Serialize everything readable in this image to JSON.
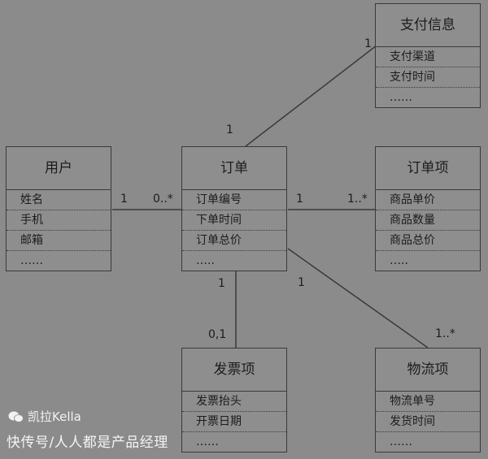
{
  "classes": {
    "payment": {
      "name": "支付信息",
      "attrs": [
        "支付渠道",
        "支付时间",
        "……"
      ]
    },
    "user": {
      "name": "用户",
      "attrs": [
        "姓名",
        "手机",
        "邮箱",
        "……"
      ]
    },
    "order": {
      "name": "订单",
      "attrs": [
        "订单编号",
        "下单时间",
        "订单总价",
        "….."
      ]
    },
    "order_item": {
      "name": "订单项",
      "attrs": [
        "商品单价",
        "商品数量",
        "商品总价",
        "….."
      ]
    },
    "invoice": {
      "name": "发票项",
      "attrs": [
        "发票抬头",
        "开票日期",
        "……"
      ]
    },
    "logistics": {
      "name": "物流项",
      "attrs": [
        "物流单号",
        "发货时间",
        "……"
      ]
    }
  },
  "multiplicities": {
    "payment_end": "1",
    "order_payment_end": "1",
    "user_order_user": "1",
    "user_order_order": "0..*",
    "order_item_order": "1",
    "order_item_item": "1..*",
    "order_invoice_order": "1",
    "order_invoice_invoice": "0,1",
    "order_logistics_order": "1",
    "order_logistics_logistics": "1..*"
  },
  "watermark": {
    "account": "凯拉Kella",
    "source": "快传号/人人都是产品经理"
  }
}
